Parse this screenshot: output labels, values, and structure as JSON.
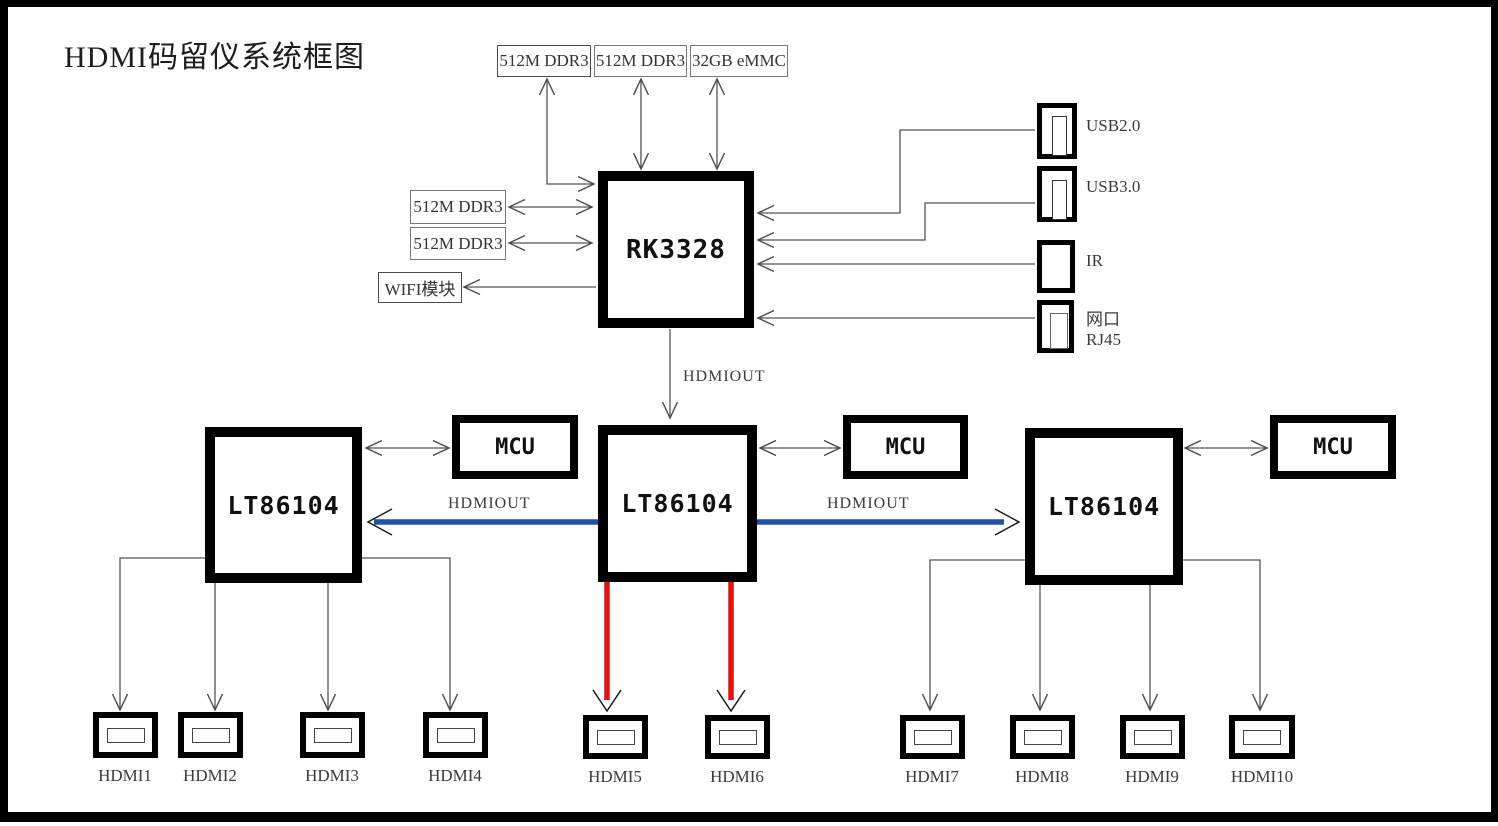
{
  "title": "HDMI码留仪系统框图",
  "colors": {
    "accent_blue": "#2050A8",
    "accent_red": "#E01414",
    "line_gray": "#555555"
  },
  "memory_top": [
    {
      "label": "512M DDR3"
    },
    {
      "label": "512M DDR3"
    },
    {
      "label": "32GB eMMC"
    }
  ],
  "memory_left": [
    {
      "label": "512M DDR3"
    },
    {
      "label": "512M DDR3"
    }
  ],
  "wifi": {
    "label": "WIFI模块"
  },
  "soc": {
    "label": "RK3328"
  },
  "periph": {
    "usb2": {
      "label": "USB2.0"
    },
    "usb3": {
      "label": "USB3.0"
    },
    "ir": {
      "label": "IR"
    },
    "lan": {
      "line1": "网口",
      "line2": "RJ45"
    }
  },
  "hdmi_out": {
    "center": "HDMIOUT",
    "left": "HDMIOUT",
    "right": "HDMIOUT"
  },
  "splitters": [
    {
      "label": "LT86104"
    },
    {
      "label": "LT86104"
    },
    {
      "label": "LT86104"
    }
  ],
  "mcus": [
    {
      "label": "MCU"
    },
    {
      "label": "MCU"
    },
    {
      "label": "MCU"
    }
  ],
  "hdmi_ports": [
    {
      "label": "HDMI1"
    },
    {
      "label": "HDMI2"
    },
    {
      "label": "HDMI3"
    },
    {
      "label": "HDMI4"
    },
    {
      "label": "HDMI5"
    },
    {
      "label": "HDMI6"
    },
    {
      "label": "HDMI7"
    },
    {
      "label": "HDMI8"
    },
    {
      "label": "HDMI9"
    },
    {
      "label": "HDMI10"
    }
  ]
}
